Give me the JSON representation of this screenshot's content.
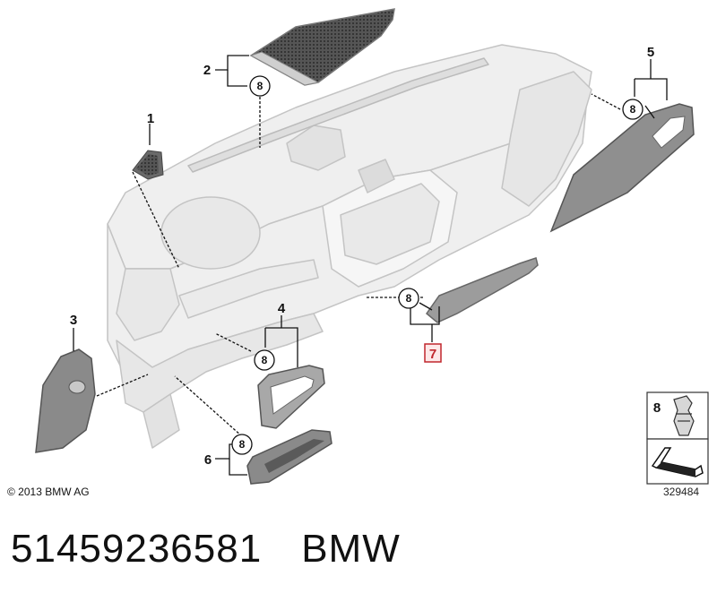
{
  "diagram": {
    "callouts": [
      "1",
      "2",
      "3",
      "4",
      "5",
      "6",
      "7"
    ],
    "clip_callout": "8",
    "highlighted_callout": "7",
    "legend": {
      "part_number": "8"
    },
    "image_number": "329484",
    "copyright": "© 2013 BMW AG",
    "highlight_color": "#c0272d"
  },
  "footer": {
    "part_number": "51459236581",
    "brand": "BMW"
  }
}
